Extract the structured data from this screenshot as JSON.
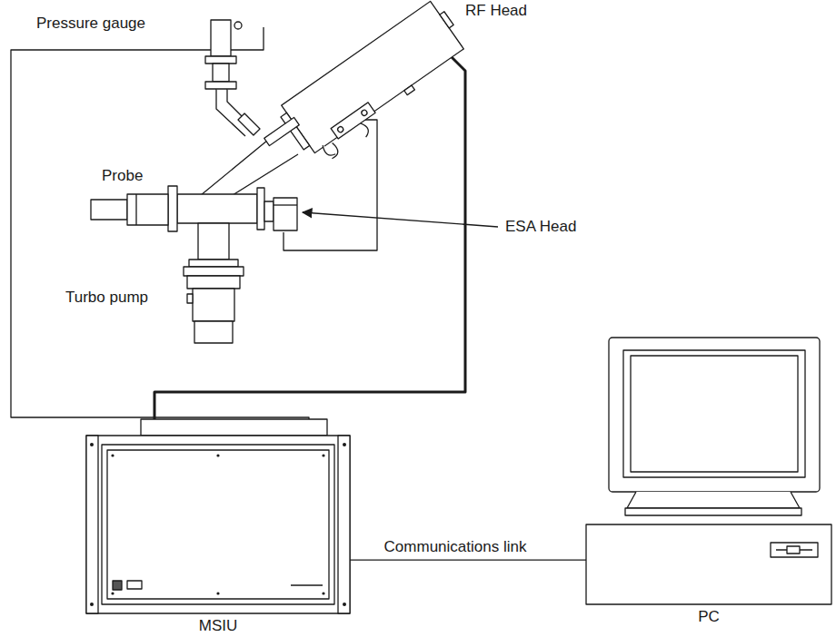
{
  "diagram": {
    "nodes": [
      {
        "text": [
          "MSIU"
        ]
      },
      {
        "text": [
          "PC"
        ]
      }
    ],
    "edges": [
      {
        "from": 0,
        "to": 1,
        "arrow": "none",
        "label": "Communications link"
      }
    ],
    "labels": [
      "RF Head",
      "Pressure gauge",
      "Probe",
      "ESA Head",
      "Turbo pump"
    ]
  }
}
